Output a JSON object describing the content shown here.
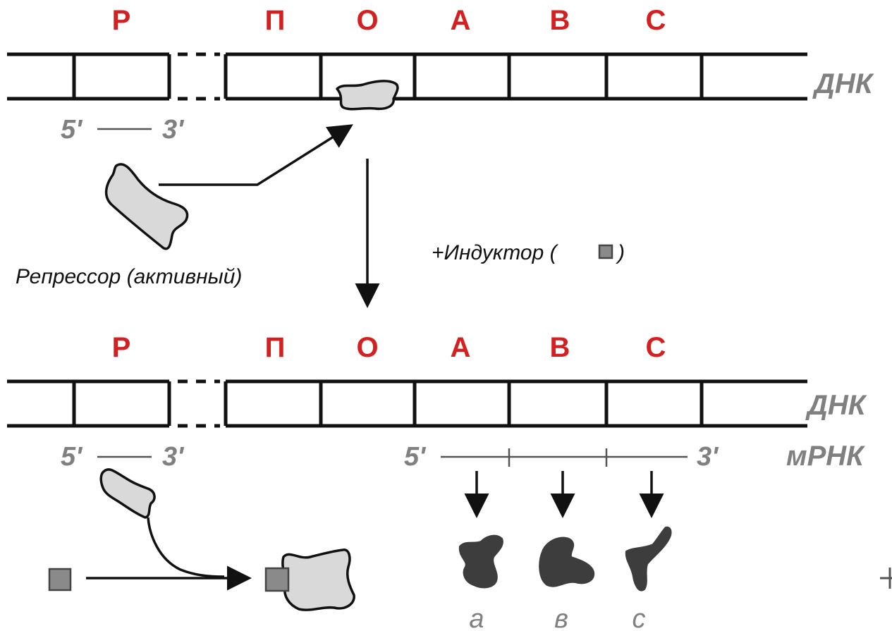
{
  "genes": [
    "Р",
    "П",
    "О",
    "А",
    "В",
    "С"
  ],
  "dna_label": "ДНК",
  "mrna_label": "мРНК",
  "five_prime": "5'",
  "three_prime": "3'",
  "repressor_caption": "Репрессор (активный)",
  "inducer_caption": "+Индуктор  (",
  "inducer_caption_close": ")",
  "proteins": [
    "а",
    "в",
    "с"
  ],
  "colors": {
    "gene_label": "#d42020",
    "side_label": "#808080",
    "protein": "#3d3d3d",
    "repressor": "#d9d9d9",
    "inducer": "#8a8a8a"
  }
}
